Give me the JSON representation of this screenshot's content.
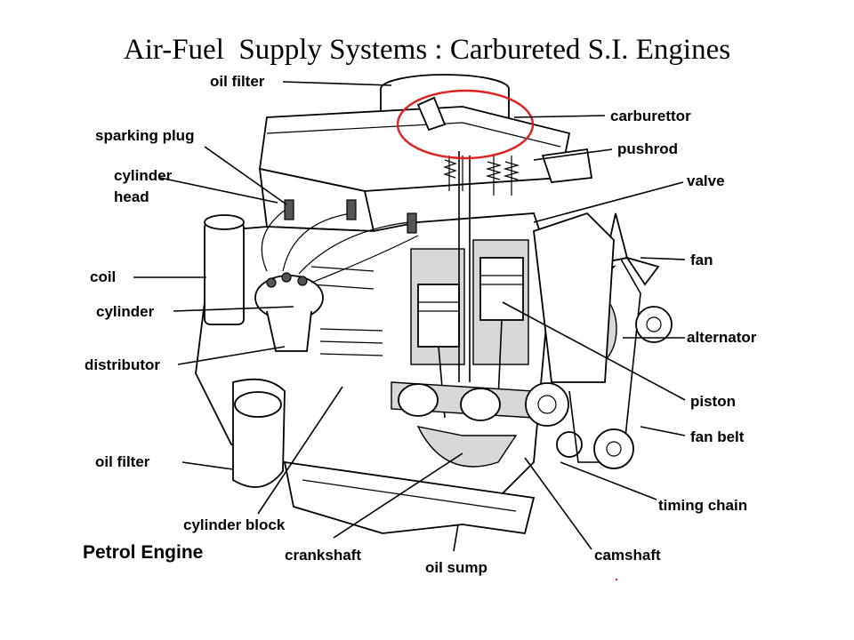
{
  "slide": {
    "title": "Air-Fuel  Supply Systems : Carbureted S.I. Engines"
  },
  "diagram": {
    "caption": "Petrol Engine",
    "highlight_color": "#e02020",
    "labels": {
      "oil_filter_top": "oil filter",
      "carburettor": "carburettor",
      "pushrod": "pushrod",
      "valve": "valve",
      "fan": "fan",
      "alternator": "alternator",
      "piston": "piston",
      "fan_belt": "fan belt",
      "timing_chain": "timing chain",
      "camshaft": "camshaft",
      "oil_sump": "oil sump",
      "crankshaft": "crankshaft",
      "cylinder_block": "cylinder block",
      "oil_filter_bottom": "oil filter",
      "distributor": "distributor",
      "cylinder": "cylinder",
      "coil": "coil",
      "cylinder_head_1": "cylinder",
      "cylinder_head_2": "head",
      "sparking_plug": "sparking plug"
    }
  }
}
